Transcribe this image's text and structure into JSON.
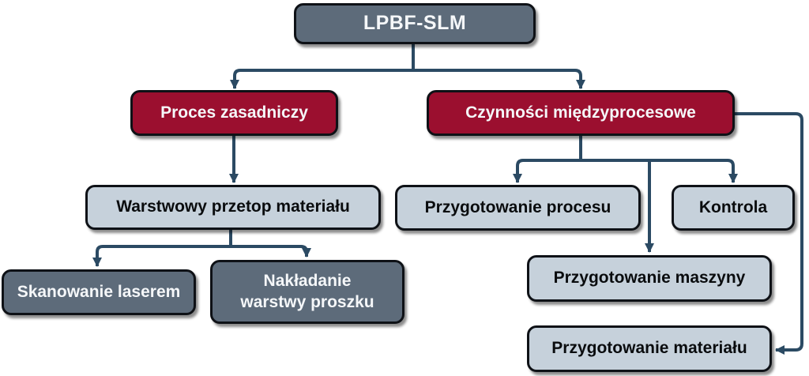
{
  "colors": {
    "background": "#ffffff",
    "slate_fill": "#5d6b7a",
    "red_fill": "#9b0f2f",
    "light_fill": "#c6d1db",
    "connector": "#2b4a63",
    "node_border": "#0e1116",
    "text_on_dark": "#f5f7f9",
    "text_on_light": "#0a0c0e"
  },
  "nodes": {
    "root": {
      "label": "LPBF-SLM"
    },
    "proces_zasadniczy": {
      "label": "Proces zasadniczy"
    },
    "czynnosci_miedzyprocesowe": {
      "label": "Czynności międzyprocesowe"
    },
    "warstwowy_przetop": {
      "label": "Warstwowy przetop materiału"
    },
    "przygotowanie_procesu": {
      "label": "Przygotowanie procesu"
    },
    "kontrola": {
      "label": "Kontrola"
    },
    "skanowanie_laserem": {
      "label": "Skanowanie laserem"
    },
    "nakladanie_warstwy": {
      "label": "Nakładanie\nwarstwy proszku"
    },
    "przygotowanie_maszyny": {
      "label": "Przygotowanie maszyny"
    },
    "przygotowanie_materialu": {
      "label": "Przygotowanie materiału"
    }
  },
  "edges": [
    {
      "from": "root",
      "to": "proces_zasadniczy"
    },
    {
      "from": "root",
      "to": "czynnosci_miedzyprocesowe"
    },
    {
      "from": "proces_zasadniczy",
      "to": "warstwowy_przetop"
    },
    {
      "from": "warstwowy_przetop",
      "to": "skanowanie_laserem"
    },
    {
      "from": "warstwowy_przetop",
      "to": "nakladanie_warstwy"
    },
    {
      "from": "czynnosci_miedzyprocesowe",
      "to": "przygotowanie_procesu"
    },
    {
      "from": "czynnosci_miedzyprocesowe",
      "to": "kontrola"
    },
    {
      "from": "czynnosci_miedzyprocesowe",
      "to": "przygotowanie_maszyny"
    },
    {
      "from": "czynnosci_miedzyprocesowe",
      "to": "przygotowanie_materialu"
    }
  ]
}
